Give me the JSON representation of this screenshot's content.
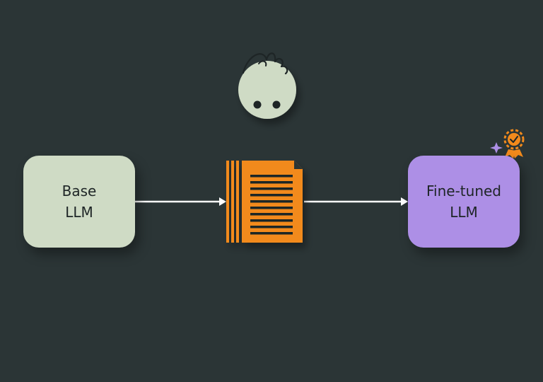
{
  "nodes": {
    "base": {
      "line1": "Base",
      "line2": "LLM"
    },
    "finetuned": {
      "line1": "Fine-tuned",
      "line2": "LLM"
    }
  },
  "icons": {
    "character": "round-head-character-icon",
    "document": "training-document-icon",
    "badge": "award-badge-icon",
    "sparkles": "sparkle-icon"
  },
  "colors": {
    "background": "#2b3536",
    "base_box": "#cfdbc5",
    "finetuned_box": "#ad8fe6",
    "document": "#f28a1c",
    "arrow": "#ffffff"
  }
}
